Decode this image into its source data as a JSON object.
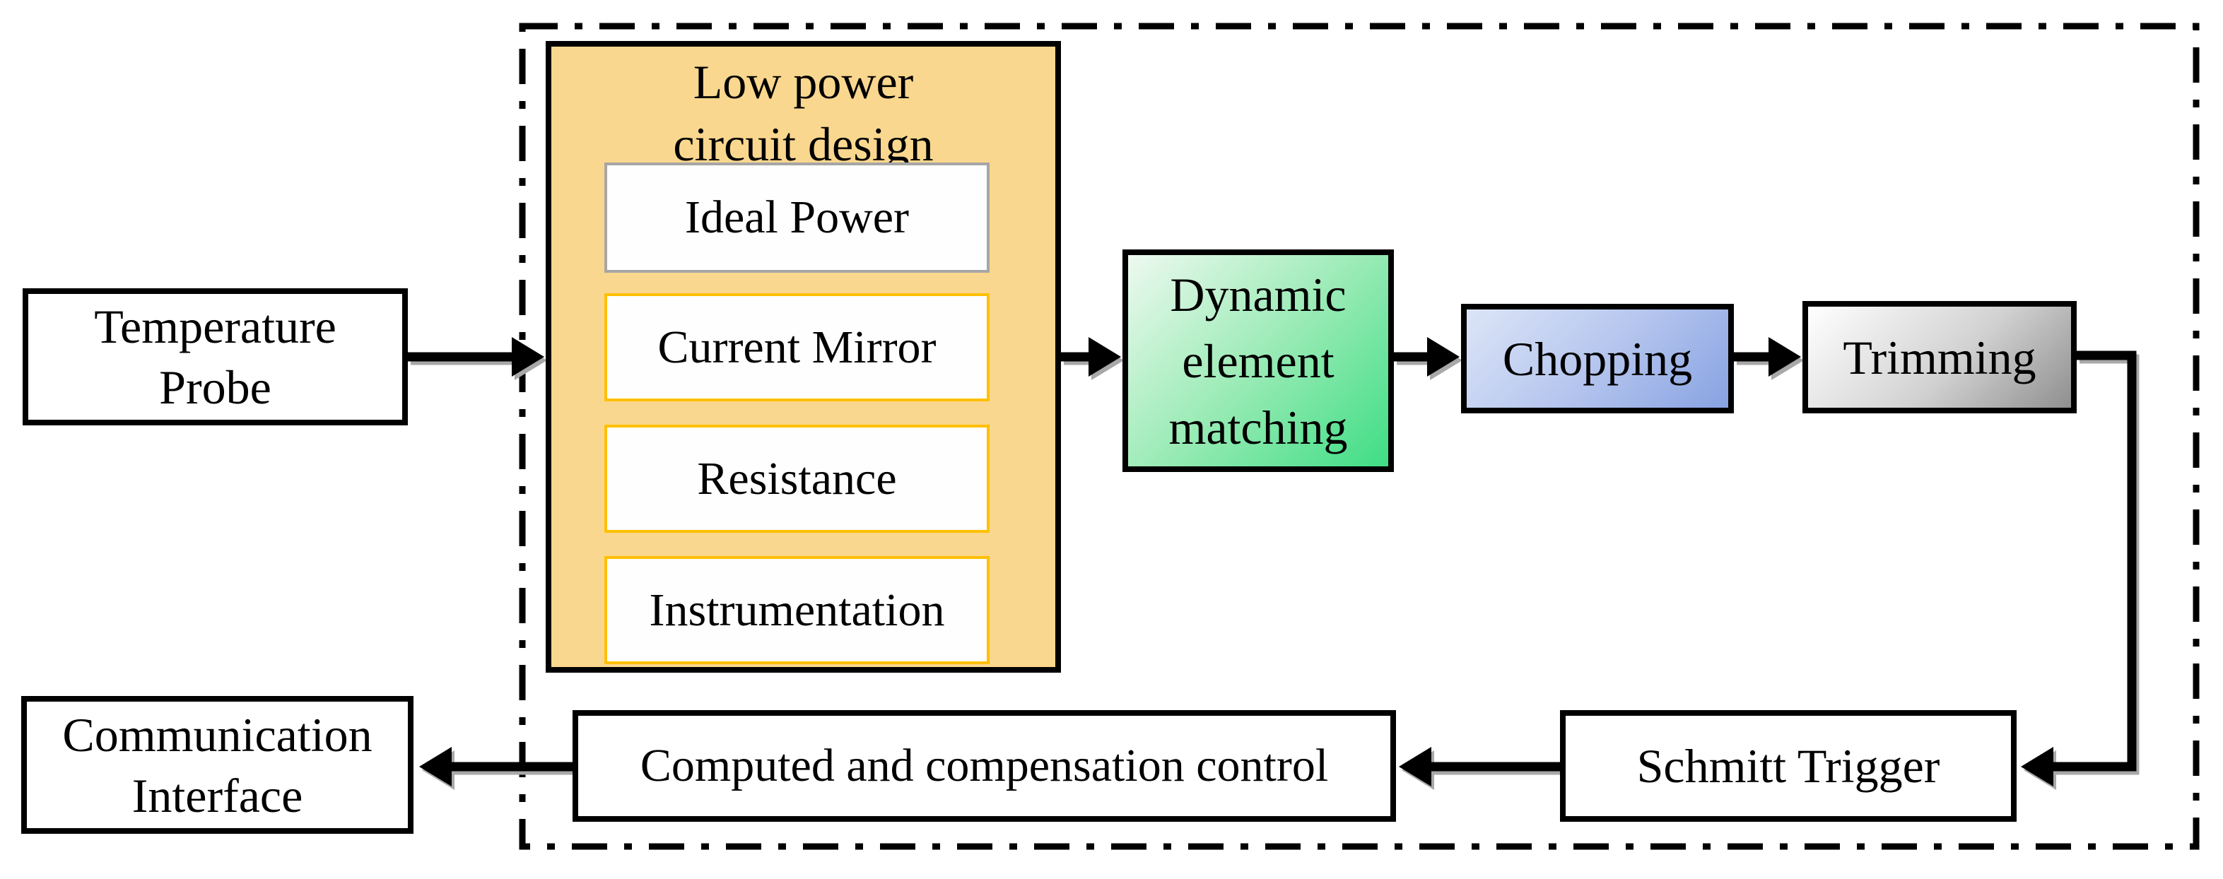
{
  "nodes": {
    "temperature_probe": {
      "lines": [
        "Temperature",
        "Probe"
      ]
    },
    "low_power_group": {
      "title_lines": [
        "Low power",
        "circuit design"
      ],
      "children": [
        "Ideal Power",
        "Current Mirror",
        "Resistance",
        "Instrumentation"
      ]
    },
    "dynamic_element_matching": {
      "lines": [
        "Dynamic",
        "element",
        "matching"
      ]
    },
    "chopping": {
      "label": "Chopping"
    },
    "trimming": {
      "label": "Trimming"
    },
    "schmitt_trigger": {
      "label": "Schmitt Trigger"
    },
    "computed_control": {
      "label": "Computed and compensation control"
    },
    "communication_interface": {
      "lines": [
        "Communication",
        "Interface"
      ]
    }
  },
  "colors": {
    "box_border": "#000000",
    "group_fill": "#FAD78E",
    "gold_border": "#FFC000",
    "gray_border": "#A6A6A6",
    "green_gradient_start": "#EDF9EF",
    "green_gradient_end": "#3FDD85",
    "blue_gradient_start": "#DCE5F7",
    "blue_gradient_end": "#88A2E2",
    "trim_gradient_start": "#FFFFFF",
    "trim_gradient_end": "#8F8F8F",
    "arrow": "#000000"
  }
}
